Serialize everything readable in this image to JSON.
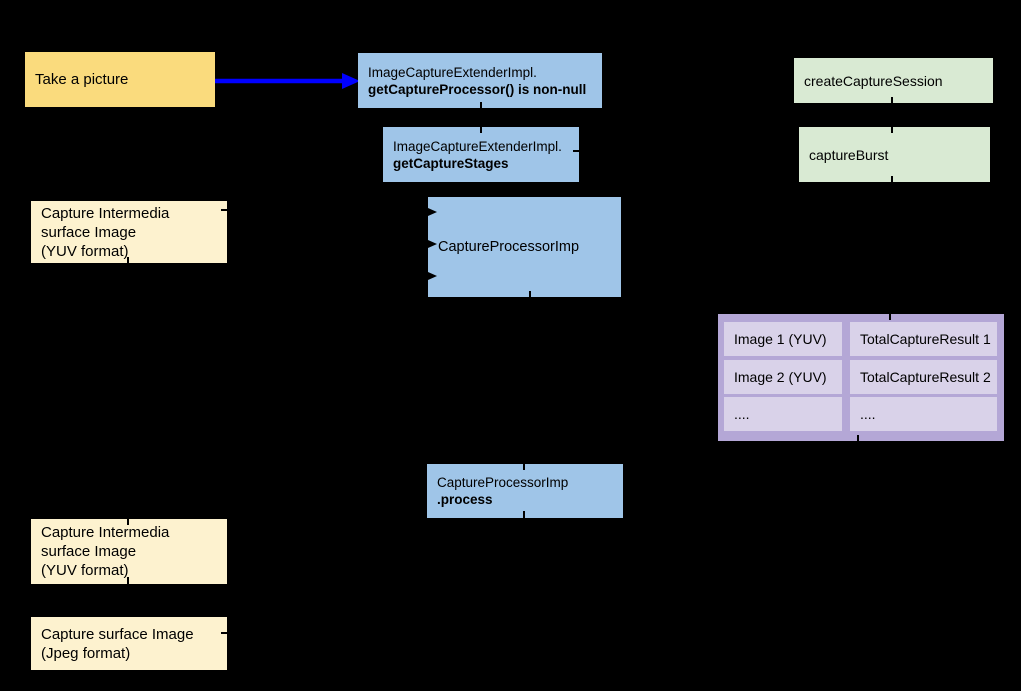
{
  "colors": {
    "background": "#000000",
    "yellow_box": "#FADB7D",
    "cream_box": "#FDF2CF",
    "blue_box": "#9FC5E8",
    "green_box": "#D9EAD3",
    "purple_container": "#B4A7D6",
    "purple_cell": "#D9D2E9",
    "flow_arrow": "#0000FF",
    "text": "#000000"
  },
  "nodes": {
    "take_picture": {
      "label": "Take a picture"
    },
    "processor_nonnull": {
      "line1": "ImageCaptureExtenderImpl.",
      "line2": "getCaptureProcessor() is non-null"
    },
    "capture_stages": {
      "line1": "ImageCaptureExtenderImpl.",
      "line2": "getCaptureStages"
    },
    "create_capture_session": {
      "label": "createCaptureSession"
    },
    "capture_burst": {
      "label": "captureBurst"
    },
    "intermedia_top": {
      "line1": "Capture Intermedia",
      "line2": "surface Image",
      "line3": "(YUV format)"
    },
    "capture_processor": {
      "label": "CaptureProcessorImp"
    },
    "processor_process": {
      "line1": "CaptureProcessorImp",
      "line2": ".process"
    },
    "intermedia_bottom": {
      "line1": "Capture Intermedia",
      "line2": "surface Image",
      "line3": "(YUV format)"
    },
    "surface_jpeg": {
      "line1": "Capture surface Image",
      "line2": "(Jpeg format)"
    }
  },
  "result_table": {
    "rows": [
      {
        "image": "Image 1 (YUV)",
        "result": "TotalCaptureResult 1"
      },
      {
        "image": "Image 2 (YUV)",
        "result": "TotalCaptureResult 2"
      },
      {
        "image": "....",
        "result": "...."
      }
    ]
  }
}
